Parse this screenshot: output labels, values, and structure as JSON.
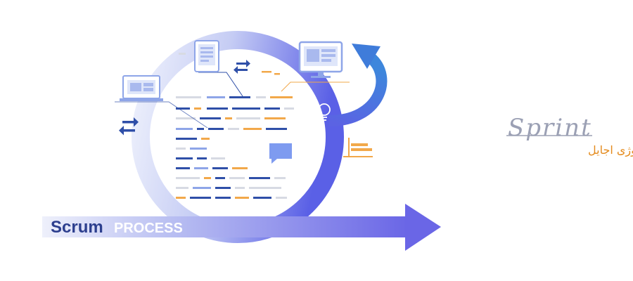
{
  "labels": {
    "scrum": "Scrum",
    "process": "PROCESS",
    "sprint": "Sprint",
    "caption": "پرطرفدارترین چارچوب متدولوژی اجایل"
  },
  "colors": {
    "arrow_start": "#eef0fb",
    "arrow_end": "#6a66e6",
    "ring_light": "#e8ecfb",
    "ring_dark": "#5d63e8",
    "return_arrow": "#3f78d8",
    "scrum_text": "#2d3f8e",
    "process_text": "#ffffff",
    "sprint_text": "#9ba0b4",
    "caption_text": "#e48a1c",
    "accent_orange": "#f2a84a",
    "accent_dark_blue": "#2f4fa8",
    "accent_light_blue": "#8ea5e8",
    "accent_gray": "#d7dae3",
    "chat_bubble": "#7e9bf0"
  },
  "icons": [
    "laptop-icon",
    "tablet-icon",
    "monitor-icon",
    "swap-arrows-icon",
    "lightbulb-icon",
    "chat-bubble-icon",
    "bar-chart-icon"
  ]
}
